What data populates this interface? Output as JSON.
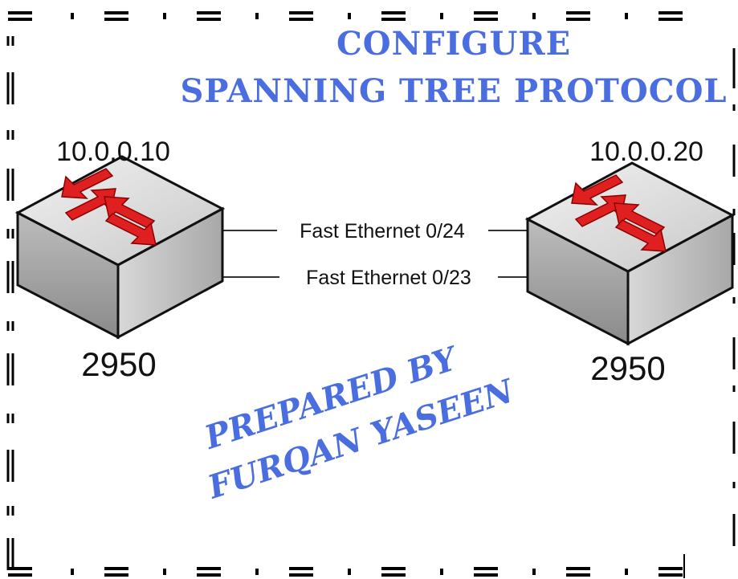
{
  "title": {
    "line1": "CONFIGURE",
    "line2": "SPANNING TREE PROTOCOL"
  },
  "credit": {
    "line1": "PREPARED BY",
    "line2": "FURQAN YASEEN"
  },
  "switches": [
    {
      "ip": "10.0.0.10",
      "model": "2950"
    },
    {
      "ip": "10.0.0.20",
      "model": "2950"
    }
  ],
  "links": [
    {
      "label": "Fast Ethernet 0/24"
    },
    {
      "label": "Fast Ethernet 0/23"
    }
  ],
  "colors": {
    "title": "#4a6ee0",
    "arrow": "#e02020",
    "border": "#000000"
  },
  "icons": {
    "switch": "network-switch-icon"
  }
}
